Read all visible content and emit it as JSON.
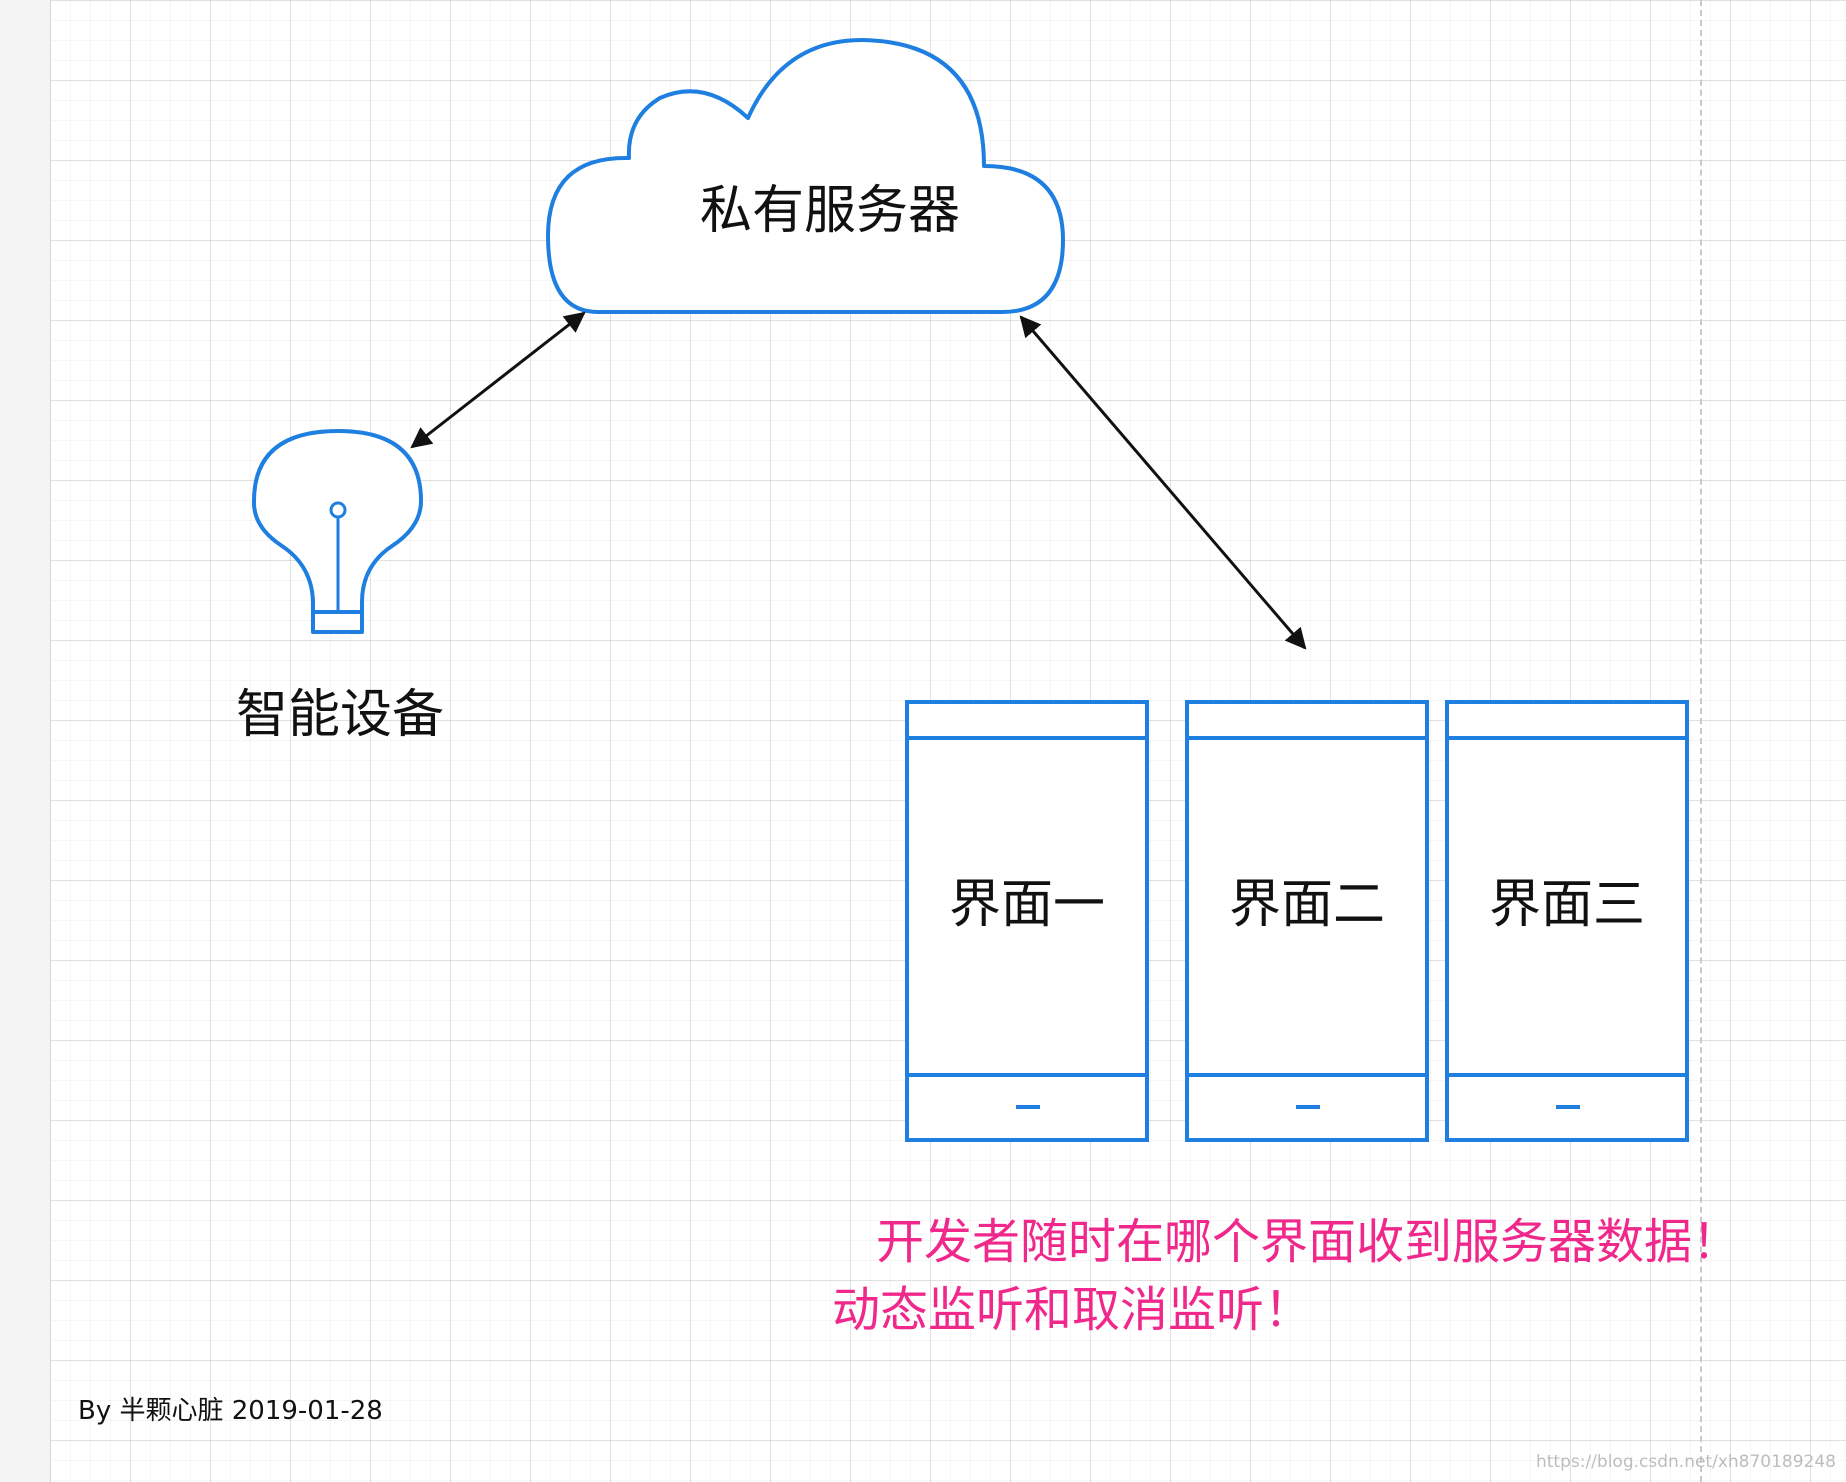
{
  "nodes": {
    "server": "私有服务器",
    "device": "智能设备",
    "screens": [
      "界面一",
      "界面二",
      "界面三"
    ]
  },
  "notes": {
    "line1": "开发者随时在哪个界面收到服务器数据！",
    "line2": "动态监听和取消监听！"
  },
  "footer": {
    "author": "By 半颗心脏 2019-01-28",
    "watermark": "https://blog.csdn.net/xh870189248"
  },
  "colors": {
    "shape_stroke": "#1e7fe0",
    "note_text": "#f0288c",
    "arrow": "#111111"
  },
  "icons": [
    "cloud-icon",
    "light-bulb-icon",
    "phone-screen-icon"
  ]
}
